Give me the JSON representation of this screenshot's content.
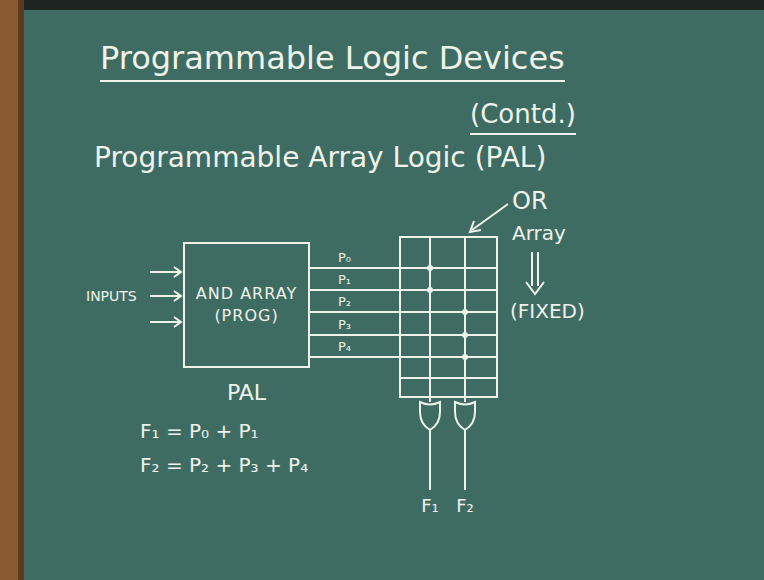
{
  "diagram": {
    "title": "Programmable Logic Devices",
    "nodes": [
      {
        "text": [
          "AND ARRAY (PROG)",
          "PAL"
        ]
      }
    ],
    "labels": [
      "(Contd.)",
      "Programmable Array Logic (PAL)",
      "INPUTS",
      "P₀",
      "P₁",
      "P₂",
      "P₃",
      "P₄",
      "OR",
      "Array",
      "(FIXED)",
      "F₁ = P₀ + P₁",
      "F₂ = P₂ + P₃ + P₄",
      "F₁",
      "F₂"
    ]
  }
}
